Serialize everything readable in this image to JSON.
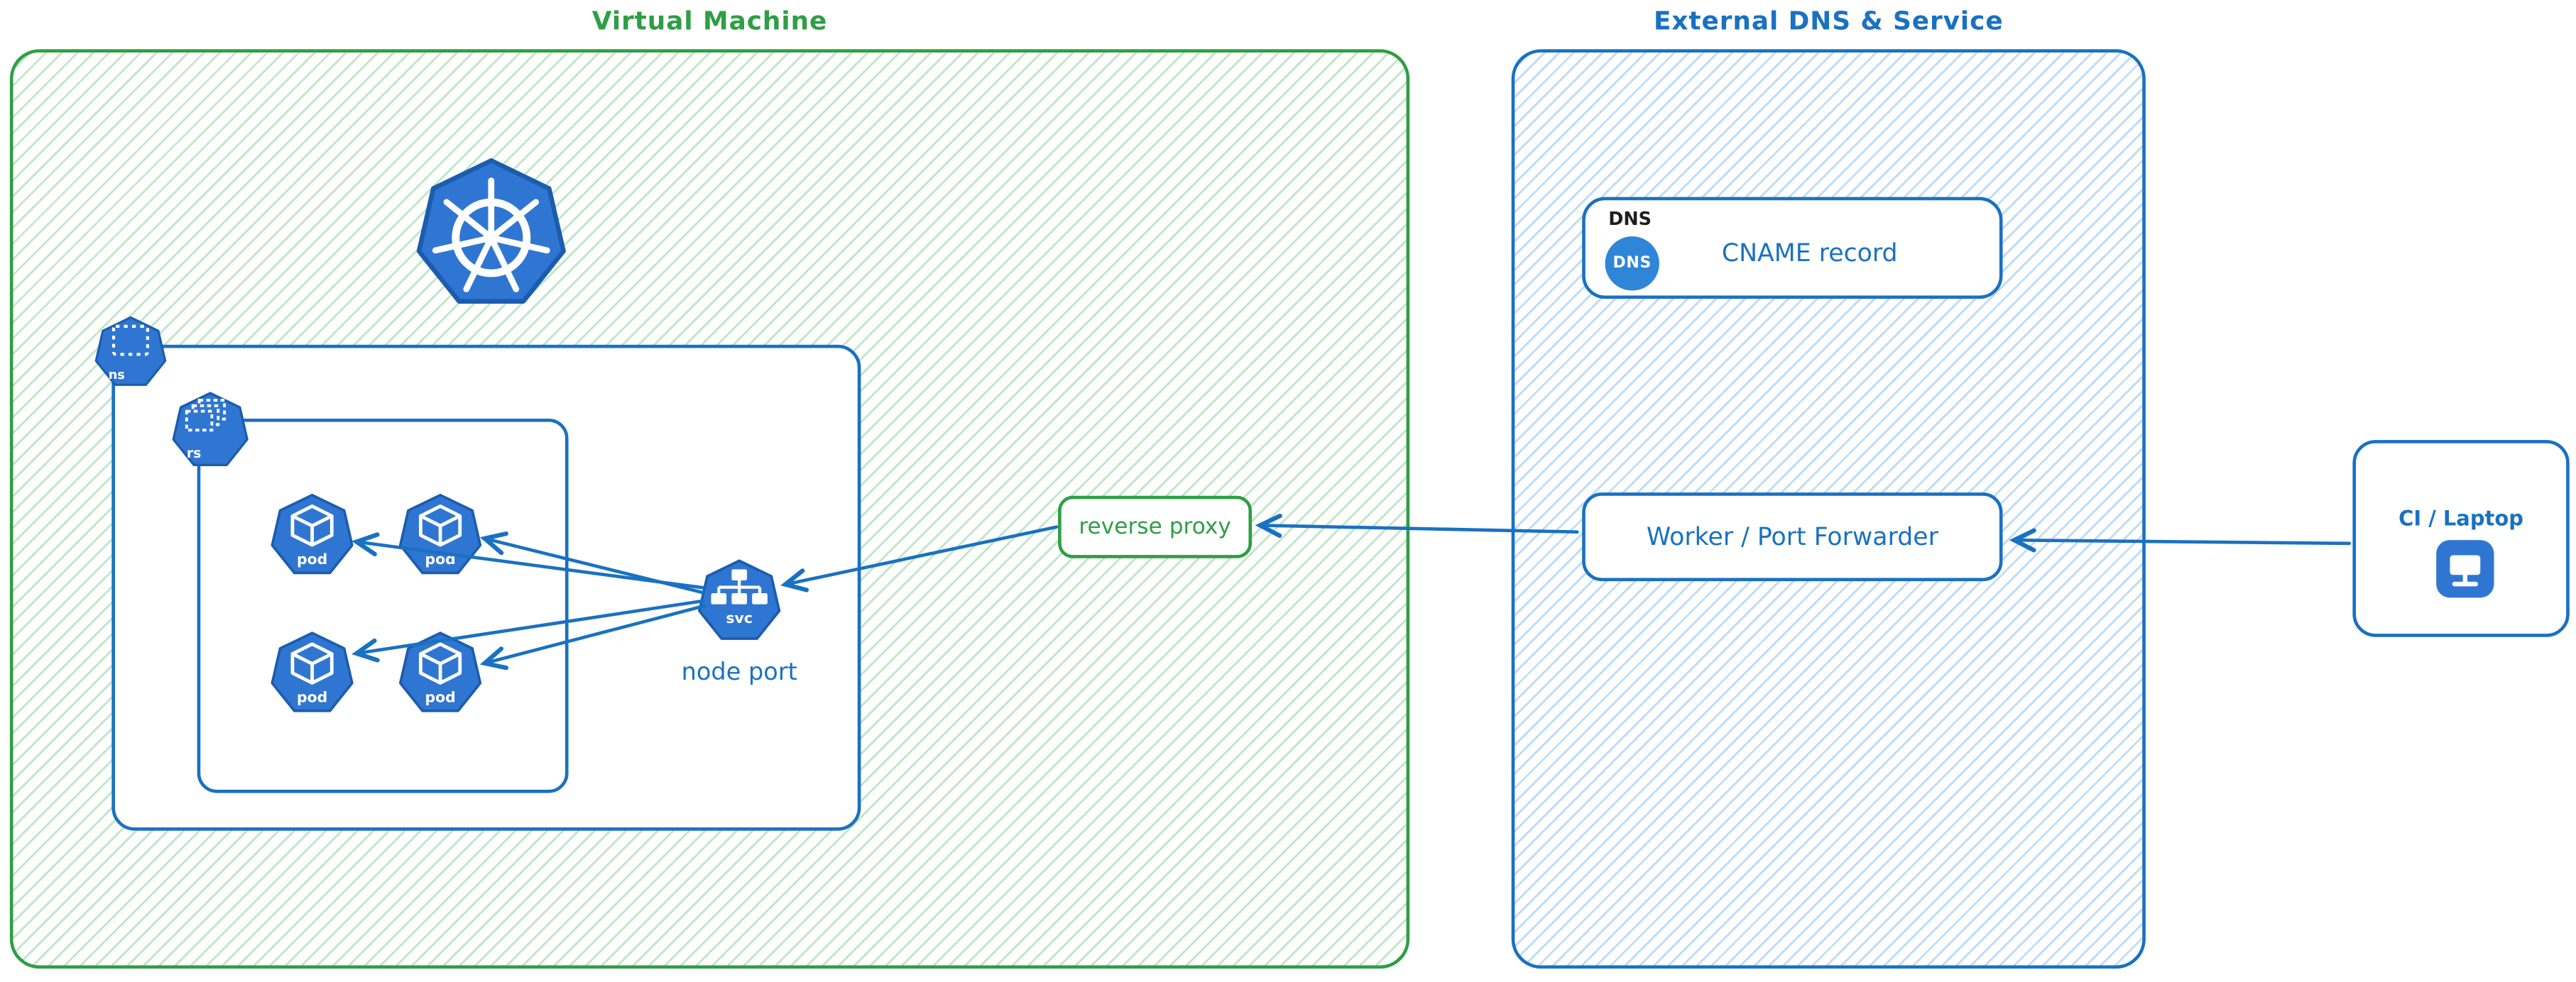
{
  "colors": {
    "green": "#2f9e44",
    "blue": "#1971c2",
    "icon_fill": "#2f76d2",
    "icon_stroke": "#1b5cae",
    "ink": "#1e1e1e"
  },
  "vm": {
    "title": "Virtual Machine",
    "reverse_proxy": "reverse proxy",
    "node_port": "node port"
  },
  "k8s": {
    "namespace": "ns",
    "replicaset": "rs",
    "pod": "pod",
    "service": "svc"
  },
  "external": {
    "title": "External DNS & Service",
    "dns_tag": "DNS",
    "dns_badge": "DNS",
    "cname": "CNAME record",
    "worker": "Worker / Port Forwarder"
  },
  "client": {
    "label": "CI / Laptop"
  }
}
